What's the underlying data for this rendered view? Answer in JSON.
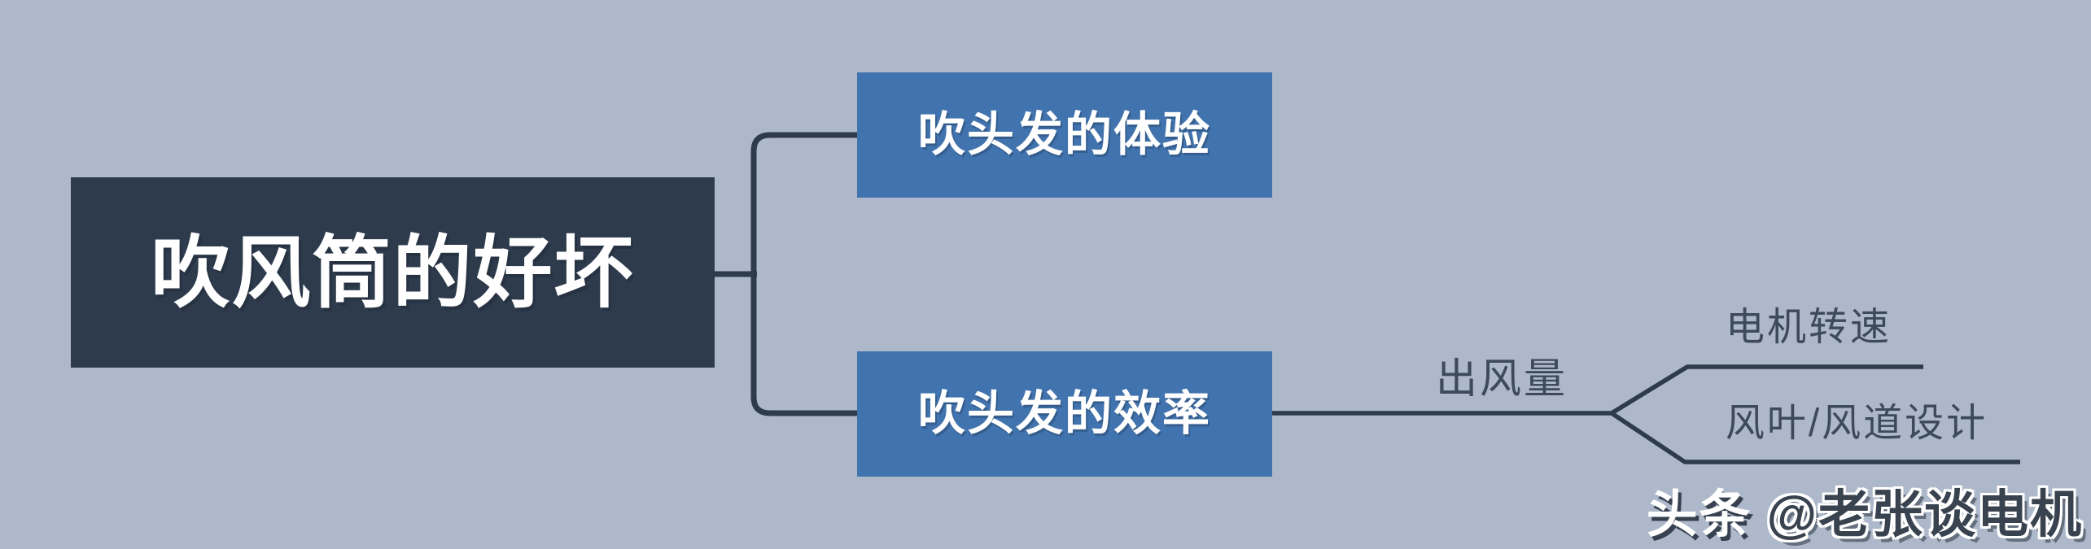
{
  "colors": {
    "bg": "#adb8ca",
    "root-box": "#2e3b4d",
    "branch-box": "#4173ae",
    "box-text": "#ffffff",
    "line": "#2e3b4d",
    "label-text": "#3d4a5c",
    "watermark-dark": "#39424f",
    "watermark-light": "#ffffff"
  },
  "mindmap": {
    "root": {
      "label": "吹风筒的好坏"
    },
    "branches": [
      {
        "label": "吹头发的体验"
      },
      {
        "label": "吹头发的效率",
        "children": [
          {
            "label": "出风量",
            "children": [
              {
                "label": "电机转速"
              },
              {
                "label": "风叶/风道设计"
              }
            ]
          }
        ]
      }
    ]
  },
  "watermark": {
    "platform": "头条",
    "handle": "@老张谈电机"
  }
}
